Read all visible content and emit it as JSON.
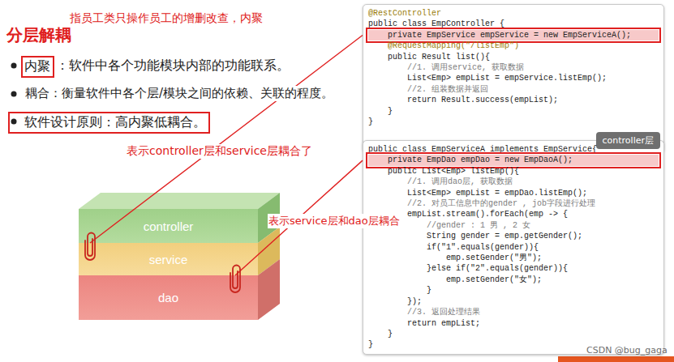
{
  "diagram": {
    "title": "分层解耦",
    "nodes": [
      {
        "text": [
          "controller"
        ]
      },
      {
        "text": [
          "service"
        ]
      },
      {
        "text": [
          "dao"
        ]
      },
      {
        "text": [
          "@RestController",
          "public class EmpController {",
          "    private EmpService empService = new EmpServiceA();",
          "    @RequestMapping(\"/listEmp\")",
          "    public Result list(){",
          "        //1. 调用service, 获取数据",
          "        List<Emp> empList = empService.listEmp();",
          "        //2. 组装数据并返回",
          "        return Result.success(empList);",
          "    }",
          "}",
          "controller层"
        ]
      },
      {
        "text": [
          "public class EmpServiceA implements EmpService{",
          "    private EmpDao empDao = new EmpDaoA();",
          "    public List<Emp> listEmp(){",
          "        //1. 调用dao层, 获取数据",
          "        List<Emp> empList = empDao.listEmp();",
          "        //2. 对员工信息中的gender , job字段进行处理",
          "        empList.stream().forEach(emp -> {",
          "            //gender : 1 男 , 2 女",
          "            String gender = emp.getGender();",
          "            if(\"1\".equals(gender)){",
          "                emp.setGender(\"男\");",
          "            }else if(\"2\".equals(gender)){",
          "                emp.setGender(\"女\");",
          "            }",
          "        });",
          "        //3. 返回处理结果",
          "        return empList;",
          "    }",
          "}"
        ]
      }
    ],
    "edges": [
      {
        "from": 3,
        "to": 0,
        "arrow": "none"
      },
      {
        "from": 4,
        "to": 1,
        "arrow": "none"
      }
    ],
    "labels": [
      "指员工类只操作员工的增删改查，内聚",
      "内聚",
      "：软件中各个功能模块内部的功能联系。",
      "耦合：衡量软件中各个层/模块之间的依赖、关联的程度。",
      "软件设计原则：高内聚低耦合。",
      "表示controller层和service层耦合了",
      "表示service层和dao层耦合",
      "CSDN @bug_gaga"
    ]
  }
}
